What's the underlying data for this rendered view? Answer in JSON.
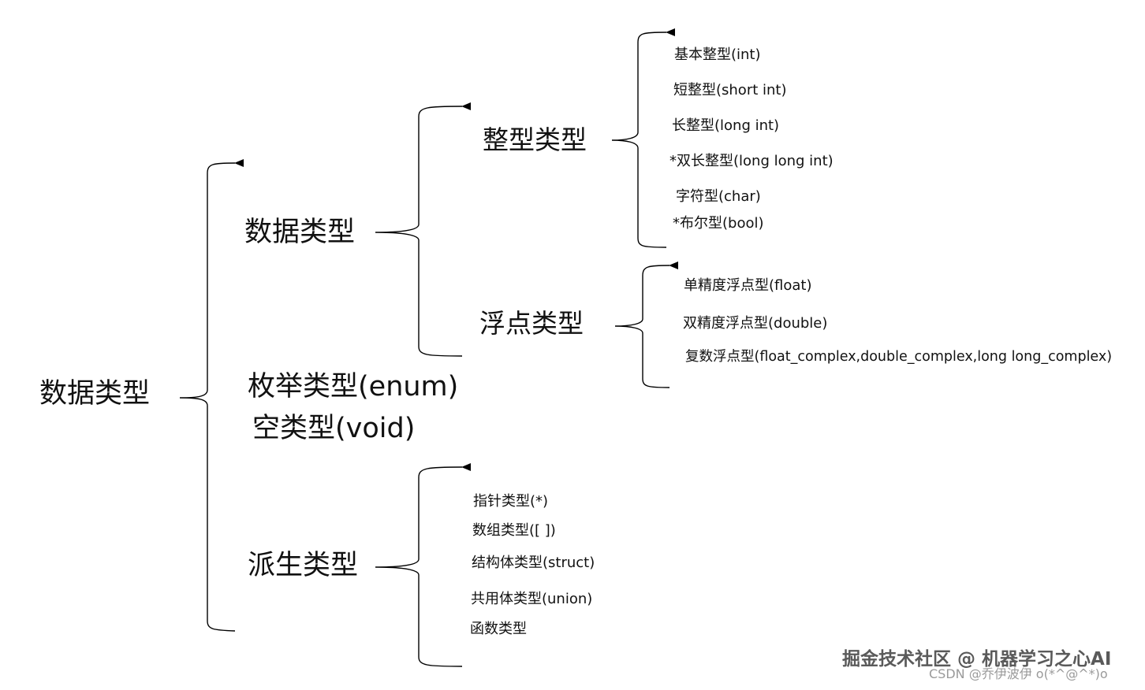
{
  "diagram": {
    "root": "数据类型",
    "level1": {
      "basic": "数据类型",
      "enum": "枚举类型(enum)",
      "void": "空类型(void)",
      "derived": "派生类型"
    },
    "level2": {
      "integer": "整型类型",
      "float": "浮点类型"
    },
    "integer_types": [
      "基本整型(int)",
      "短整型(short int)",
      "长整型(long int)",
      "*双长整型(long long int)",
      "字符型(char)",
      "*布尔型(bool)"
    ],
    "float_types": [
      "单精度浮点型(float)",
      "双精度浮点型(double)",
      "复数浮点型(float_complex,double_complex,long long_complex)"
    ],
    "derived_types": [
      "指针类型(*)",
      "数组类型([ ])",
      "结构体类型(struct)",
      "共用体类型(union)",
      "函数类型"
    ]
  },
  "watermark": {
    "main": "掘金技术社区 @ 机器学习之心AI",
    "sub": "CSDN @乔伊波伊 o(*^@^*)o"
  }
}
